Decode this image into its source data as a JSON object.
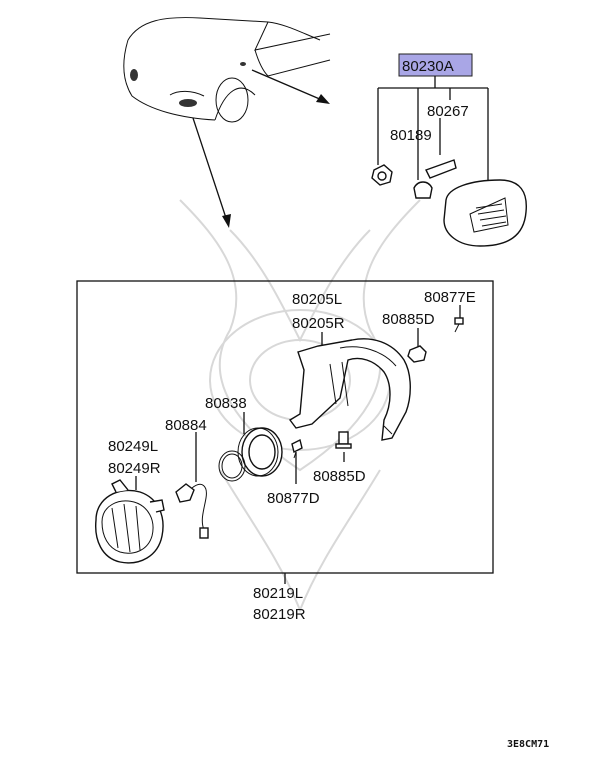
{
  "diagram": {
    "code": "3E8CM71",
    "highlight_color": "#a9a6e6",
    "labels": {
      "p80230A": "80230A",
      "p80267": "80267",
      "p80189": "80189",
      "p80205L": "80205L",
      "p80205R": "80205R",
      "p80877E": "80877E",
      "p80885D_top": "80885D",
      "p80838": "80838",
      "p80884": "80884",
      "p80249L": "80249L",
      "p80249R": "80249R",
      "p80885D_bottom": "80885D",
      "p80877D": "80877D",
      "p80219L": "80219L",
      "p80219R": "80219R"
    }
  }
}
